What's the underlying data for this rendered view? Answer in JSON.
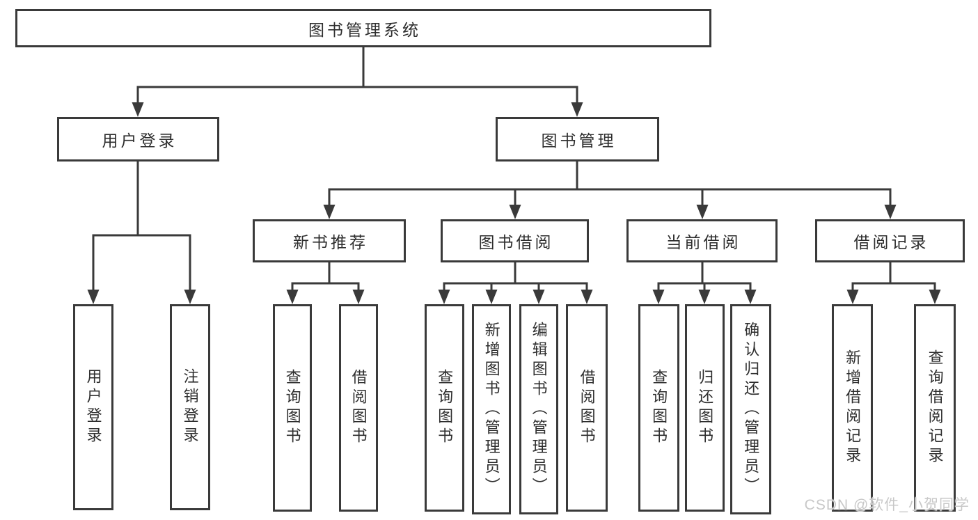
{
  "tree": {
    "root": "图书管理系统",
    "branches": [
      {
        "label": "用户登录",
        "leaves": [
          "用户登录",
          "注销登录"
        ]
      },
      {
        "label": "图书管理",
        "groups": [
          {
            "label": "新书推荐",
            "leaves": [
              "查询图书",
              "借阅图书"
            ]
          },
          {
            "label": "图书借阅",
            "leaves": [
              "查询图书",
              "新增图书（管理员）",
              "编辑图书（管理员）",
              "借阅图书"
            ]
          },
          {
            "label": "当前借阅",
            "leaves": [
              "查询图书",
              "归还图书",
              "确认归还（管理员）"
            ]
          },
          {
            "label": "借阅记录",
            "leaves": [
              "新增借阅记录",
              "查询借阅记录"
            ]
          }
        ]
      }
    ]
  },
  "watermark": "CSDN @软件_小贺同学",
  "colors": {
    "stroke": "#3a3a3a",
    "text": "#2e2e2e",
    "watermark": "#c8c8c8",
    "background": "#ffffff"
  }
}
